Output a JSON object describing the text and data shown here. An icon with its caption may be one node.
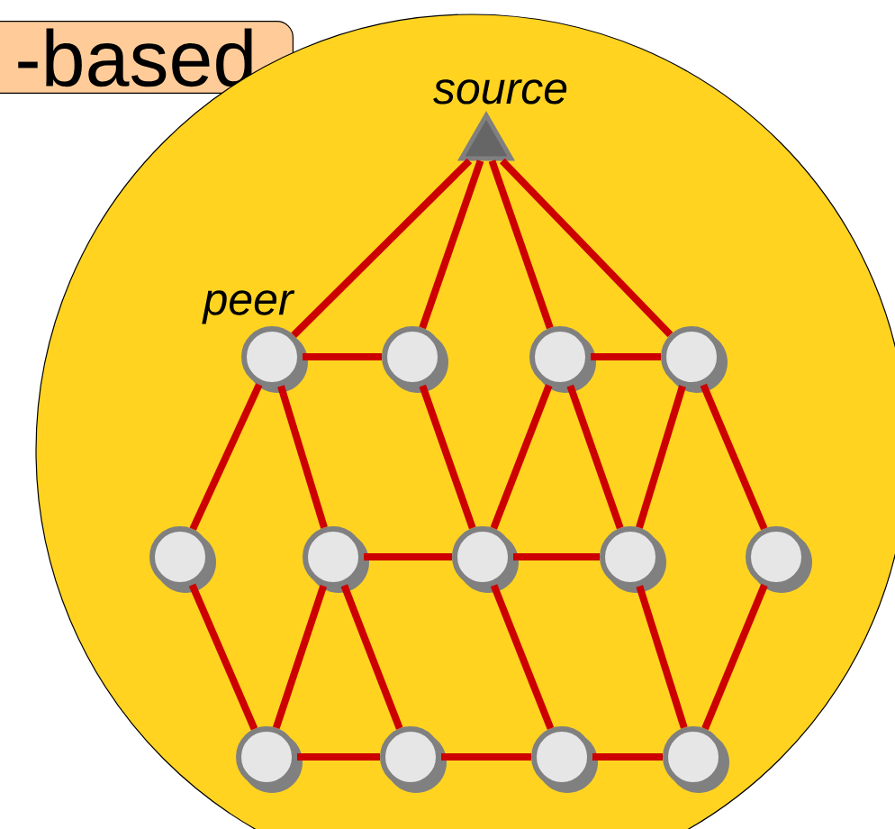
{
  "diagram": {
    "nodes": [
      {
        "text": [
          "-based"
        ]
      },
      {
        "text": [],
        "shape": "circle"
      },
      {
        "text": [
          "source"
        ],
        "in": 1
      },
      {
        "text": [],
        "shape": "circle",
        "beside": [
          "peer"
        ],
        "in": 1
      },
      {
        "text": [],
        "shape": "circle",
        "in": 1
      },
      {
        "text": [],
        "shape": "circle",
        "in": 1
      },
      {
        "text": [],
        "shape": "circle",
        "in": 1
      },
      {
        "text": [],
        "shape": "circle",
        "in": 1
      },
      {
        "text": [],
        "shape": "circle",
        "in": 1
      },
      {
        "text": [],
        "shape": "circle",
        "in": 1
      },
      {
        "text": [],
        "shape": "circle",
        "in": 1
      },
      {
        "text": [],
        "shape": "circle",
        "in": 1
      },
      {
        "text": [],
        "shape": "circle",
        "in": 1
      },
      {
        "text": [],
        "shape": "circle",
        "in": 1
      },
      {
        "text": [],
        "shape": "circle",
        "in": 1
      },
      {
        "text": [],
        "shape": "circle",
        "in": 1
      }
    ],
    "edges": [
      {
        "from": 2,
        "to": 3,
        "arrow": "none"
      },
      {
        "from": 2,
        "to": 4,
        "arrow": "none"
      },
      {
        "from": 2,
        "to": 5,
        "arrow": "none"
      },
      {
        "from": 2,
        "to": 6,
        "arrow": "none"
      },
      {
        "from": 3,
        "to": 4,
        "arrow": "none"
      },
      {
        "from": 5,
        "to": 6,
        "arrow": "none"
      },
      {
        "from": 3,
        "to": 7,
        "arrow": "none"
      },
      {
        "from": 3,
        "to": 8,
        "arrow": "none"
      },
      {
        "from": 4,
        "to": 9,
        "arrow": "none"
      },
      {
        "from": 5,
        "to": 9,
        "arrow": "none"
      },
      {
        "from": 5,
        "to": 10,
        "arrow": "none"
      },
      {
        "from": 6,
        "to": 10,
        "arrow": "none"
      },
      {
        "from": 6,
        "to": 11,
        "arrow": "none"
      },
      {
        "from": 8,
        "to": 9,
        "arrow": "none"
      },
      {
        "from": 9,
        "to": 10,
        "arrow": "none"
      },
      {
        "from": 7,
        "to": 12,
        "arrow": "none"
      },
      {
        "from": 8,
        "to": 12,
        "arrow": "none"
      },
      {
        "from": 8,
        "to": 13,
        "arrow": "none"
      },
      {
        "from": 9,
        "to": 14,
        "arrow": "none"
      },
      {
        "from": 10,
        "to": 15,
        "arrow": "none"
      },
      {
        "from": 11,
        "to": 15,
        "arrow": "none"
      },
      {
        "from": 12,
        "to": 13,
        "arrow": "none"
      },
      {
        "from": 13,
        "to": 14,
        "arrow": "none"
      },
      {
        "from": 14,
        "to": 15,
        "arrow": "none"
      }
    ]
  }
}
